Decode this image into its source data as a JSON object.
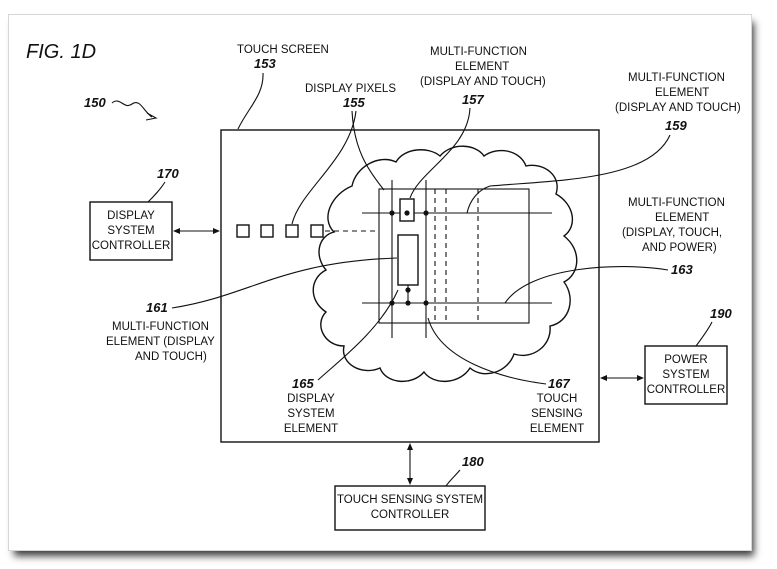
{
  "figure_label": "FIG.  1D",
  "system_ref": "150",
  "touch_screen": {
    "label": "TOUCH SCREEN",
    "ref": "153"
  },
  "display_pixels": {
    "label": "DISPLAY PIXELS",
    "ref": "155"
  },
  "mfe_157": {
    "lines": [
      "MULTI-FUNCTION",
      "ELEMENT",
      "(DISPLAY AND TOUCH)"
    ],
    "ref": "157"
  },
  "mfe_159": {
    "lines": [
      "MULTI-FUNCTION",
      "ELEMENT",
      "(DISPLAY AND TOUCH)"
    ],
    "ref": "159"
  },
  "mfe_163": {
    "lines": [
      "MULTI-FUNCTION",
      "ELEMENT",
      "(DISPLAY, TOUCH,",
      "AND POWER)"
    ],
    "ref": "163"
  },
  "mfe_161": {
    "lines": [
      "MULTI-FUNCTION",
      "ELEMENT (DISPLAY",
      "AND TOUCH)"
    ],
    "ref": "161"
  },
  "display_system_controller": {
    "lines": [
      "DISPLAY",
      "SYSTEM",
      "CONTROLLER"
    ],
    "ref": "170"
  },
  "power_system_controller": {
    "lines": [
      "POWER",
      "SYSTEM",
      "CONTROLLER"
    ],
    "ref": "190"
  },
  "touch_sensing_system_controller": {
    "lines": [
      "TOUCH SENSING SYSTEM",
      "CONTROLLER"
    ],
    "ref": "180"
  },
  "display_system_element": {
    "lines": [
      "DISPLAY",
      "SYSTEM",
      "ELEMENT"
    ],
    "ref": "165"
  },
  "touch_sensing_element": {
    "lines": [
      "TOUCH",
      "SENSING",
      "ELEMENT"
    ],
    "ref": "167"
  }
}
